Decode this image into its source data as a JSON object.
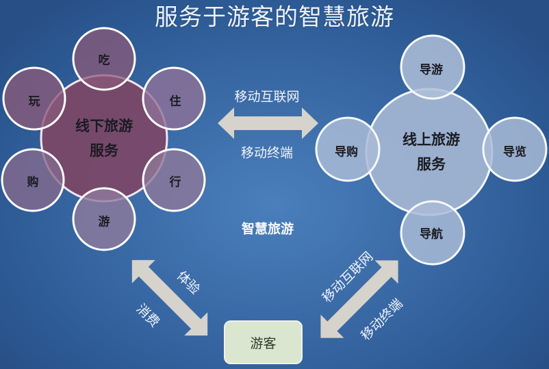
{
  "title": "服务于游客的智慧旅游",
  "offline": {
    "center_line1": "线下旅游",
    "center_line2": "服务",
    "satellites": [
      "吃",
      "住",
      "行",
      "游",
      "购",
      "玩"
    ]
  },
  "online": {
    "center_line1": "线上旅游",
    "center_line2": "服务",
    "satellites": [
      "导游",
      "导览",
      "导航",
      "导购"
    ]
  },
  "horizontal_arrow": {
    "top_label": "移动互联网",
    "bottom_label": "移动终端"
  },
  "center_label": "智慧旅游",
  "left_diagonal_arrow": {
    "upper_label": "体验",
    "lower_label": "消费"
  },
  "right_diagonal_arrow": {
    "upper_label": "移动互联网",
    "lower_label": "移动终端"
  },
  "visitor_box": {
    "label": "游客"
  },
  "colors": {
    "background": "#3a6aa6",
    "offline_center": "#7c4a6a",
    "offline_satellite": "#8a6a8c",
    "online_fill": "#a8b9d4",
    "arrow": "#d6d2cc",
    "visitor_box": "#dae6cf"
  }
}
